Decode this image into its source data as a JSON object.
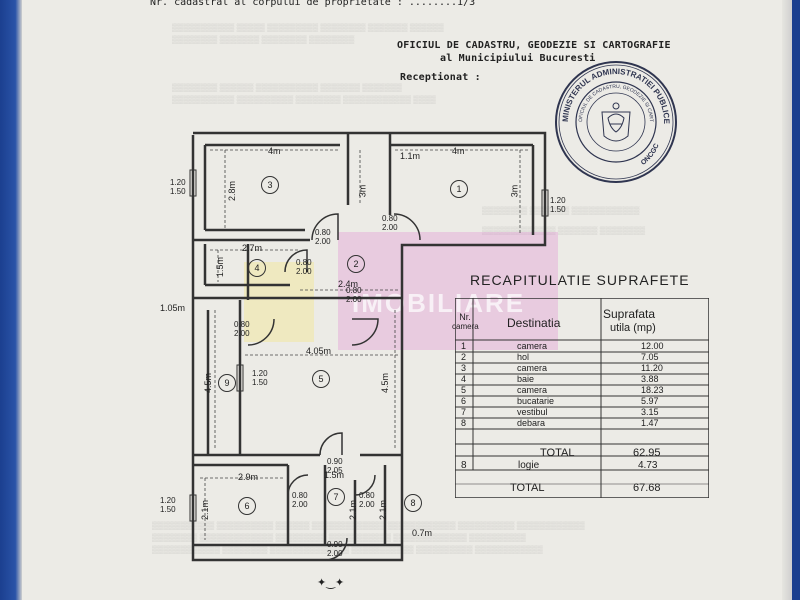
{
  "header": {
    "top_line": "Nr. cadastral al corpului de proprietate : ........1/3",
    "office_line1": "OFICIUL DE CADASTRU, GEODEZIE SI CARTOGRAFIE",
    "office_line2": "al Municipiului Bucuresti",
    "receptionat": "Receptionat :"
  },
  "stamp": {
    "outer_text": "MINISTERUL ADMINISTRATIEI PUBLICE",
    "inner_text": "OFICIUL DE CADASTRU, GEODEZIE SI CARTOGRAFIE - MUNICIPIUL BUCURESTI",
    "code": "ONCGC"
  },
  "watermark": {
    "text": "IMOBILIARE"
  },
  "plan": {
    "rooms": [
      {
        "id": "room-1",
        "number": "1"
      },
      {
        "id": "room-2",
        "number": "2"
      },
      {
        "id": "room-3",
        "number": "3"
      },
      {
        "id": "room-4",
        "number": "4"
      },
      {
        "id": "room-5",
        "number": "5"
      },
      {
        "id": "room-6",
        "number": "6"
      },
      {
        "id": "room-7",
        "number": "7"
      },
      {
        "id": "room-8",
        "number": "8"
      },
      {
        "id": "room-9",
        "number": "9"
      }
    ],
    "dims": {
      "d_4m_left": "4m",
      "d_4m_right": "4m",
      "d_1_1m": "1.1m",
      "d_2_8m": "2.8m",
      "d_3m_a": "3m",
      "d_3m_b": "3m",
      "d_2_7m": "2.7m",
      "d_1_5m_a": "1.5m",
      "d_2_4m": "2.4m",
      "d_1_05m": "1.05m",
      "d_4_05m": "4.05m",
      "d_4_5m_a": "4.5m",
      "d_4_5m_b": "4.5m",
      "d_2_9m": "2.9m",
      "d_1_5m_b": "1.5m",
      "d_2_1m_a": "2.1m",
      "d_2_1m_b": "2.1m",
      "d_2_1m_c": "2.1m",
      "d_0_7m": "0.7m"
    },
    "windows": {
      "w1_top": "1.20",
      "w1_bot": "1.50",
      "w2_top": "1.20",
      "w2_bot": "1.50",
      "w3_top": "1.20",
      "w3_bot": "1.50",
      "w4_top": "1.20",
      "w4_bot": "1.50"
    },
    "doors": {
      "d1_top": "0.80",
      "d1_bot": "2.00",
      "d2_top": "0.80",
      "d2_bot": "2.00",
      "d3_top": "0.80",
      "d3_bot": "2.00",
      "d4_top": "0.80",
      "d4_bot": "2.00",
      "d5_top": "0.80",
      "d5_bot": "2.00",
      "d6_top": "0.90",
      "d6_bot": "2.05",
      "d7_top": "0.80",
      "d7_bot": "2.00",
      "d8_top": "0.80",
      "d8_bot": "2.00",
      "d9_top": "0.90",
      "d9_bot": "2.00"
    }
  },
  "table": {
    "title": "RECAPITULATIE SUPRAFETE",
    "col_nr_1": "Nr.",
    "col_nr_2": "camera",
    "col_dest": "Destinatia",
    "col_sup_1": "Suprafata",
    "col_sup_2": "utila (mp)",
    "rows": [
      {
        "nr": "1",
        "dest": "camera",
        "sup": "12.00"
      },
      {
        "nr": "2",
        "dest": "hol",
        "sup": "7.05"
      },
      {
        "nr": "3",
        "dest": "camera",
        "sup": "11.20"
      },
      {
        "nr": "4",
        "dest": "baie",
        "sup": "3.88"
      },
      {
        "nr": "5",
        "dest": "camera",
        "sup": "18.23"
      },
      {
        "nr": "6",
        "dest": "bucatarie",
        "sup": "5.97"
      },
      {
        "nr": "7",
        "dest": "vestibul",
        "sup": "3.15"
      },
      {
        "nr": "8",
        "dest": "debara",
        "sup": "1.47"
      }
    ],
    "total1_label": "TOTAL",
    "total1_value": "62.95",
    "loggia_nr": "8",
    "loggia_label": "logie",
    "loggia_value": "4.73",
    "total2_label": "TOTAL",
    "total2_value": "67.68"
  }
}
